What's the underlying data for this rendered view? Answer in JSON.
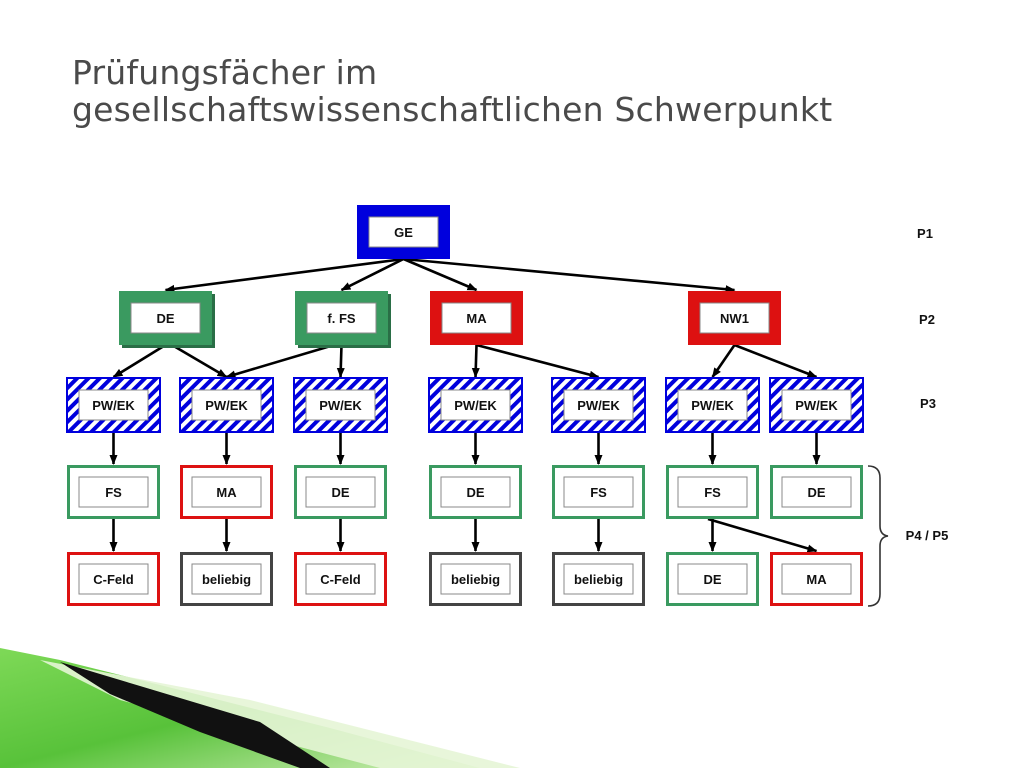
{
  "title": {
    "line1": "Prüfungsfächer im",
    "line2": "gesellschaftswissenschaftlichen Schwerpunkt"
  },
  "levels": [
    "P1",
    "P2",
    "P3",
    "P4 / P5"
  ],
  "colors": {
    "blue": "#0000dd",
    "green": "#3a9a60",
    "red": "#dd1111",
    "gray": "#444444",
    "white": "#ffffff"
  },
  "nodes": [
    {
      "id": "ge",
      "label": "GE",
      "style": "blue-solid"
    },
    {
      "id": "de",
      "label": "DE",
      "style": "green-filled"
    },
    {
      "id": "ffs",
      "label": "f. FS",
      "style": "green-filled"
    },
    {
      "id": "ma",
      "label": "MA",
      "style": "red-filled"
    },
    {
      "id": "nw1",
      "label": "NW1",
      "style": "red-filled"
    },
    {
      "id": "p3a",
      "label": "PW/EK",
      "style": "blue-hatched"
    },
    {
      "id": "p3b",
      "label": "PW/EK",
      "style": "blue-hatched"
    },
    {
      "id": "p3c",
      "label": "PW/EK",
      "style": "blue-hatched"
    },
    {
      "id": "p3d",
      "label": "PW/EK",
      "style": "blue-hatched"
    },
    {
      "id": "p3e",
      "label": "PW/EK",
      "style": "blue-hatched"
    },
    {
      "id": "p3f",
      "label": "PW/EK",
      "style": "blue-hatched"
    },
    {
      "id": "p3g",
      "label": "PW/EK",
      "style": "blue-hatched"
    },
    {
      "id": "p4a",
      "label": "FS",
      "style": "green-outline"
    },
    {
      "id": "p4b",
      "label": "MA",
      "style": "red-outline"
    },
    {
      "id": "p4c",
      "label": "DE",
      "style": "green-outline"
    },
    {
      "id": "p4d",
      "label": "DE",
      "style": "green-outline"
    },
    {
      "id": "p4e",
      "label": "FS",
      "style": "green-outline"
    },
    {
      "id": "p4f",
      "label": "FS",
      "style": "green-outline"
    },
    {
      "id": "p4g",
      "label": "DE",
      "style": "green-outline"
    },
    {
      "id": "p5a",
      "label": "C-Feld",
      "style": "red-outline"
    },
    {
      "id": "p5b",
      "label": "beliebig",
      "style": "gray-outline"
    },
    {
      "id": "p5c",
      "label": "C-Feld",
      "style": "red-outline"
    },
    {
      "id": "p5d",
      "label": "beliebig",
      "style": "gray-outline"
    },
    {
      "id": "p5e",
      "label": "beliebig",
      "style": "gray-outline"
    },
    {
      "id": "p5f",
      "label": "DE",
      "style": "green-outline"
    },
    {
      "id": "p5g",
      "label": "MA",
      "style": "red-outline"
    }
  ],
  "edges": [
    [
      "ge",
      "de"
    ],
    [
      "ge",
      "ffs"
    ],
    [
      "ge",
      "ma"
    ],
    [
      "ge",
      "nw1"
    ],
    [
      "de",
      "p3a"
    ],
    [
      "de",
      "p3b"
    ],
    [
      "ffs",
      "p3b"
    ],
    [
      "ffs",
      "p3c"
    ],
    [
      "ma",
      "p3d"
    ],
    [
      "ma",
      "p3e"
    ],
    [
      "nw1",
      "p3f"
    ],
    [
      "nw1",
      "p3g"
    ],
    [
      "p3a",
      "p4a"
    ],
    [
      "p3b",
      "p4b"
    ],
    [
      "p3c",
      "p4c"
    ],
    [
      "p3d",
      "p4d"
    ],
    [
      "p3e",
      "p4e"
    ],
    [
      "p3f",
      "p4f"
    ],
    [
      "p3g",
      "p4g"
    ],
    [
      "p4a",
      "p5a"
    ],
    [
      "p4b",
      "p5b"
    ],
    [
      "p4c",
      "p5c"
    ],
    [
      "p4d",
      "p5d"
    ],
    [
      "p4e",
      "p5e"
    ],
    [
      "p4f",
      "p5f"
    ],
    [
      "p4f",
      "p5g"
    ]
  ]
}
